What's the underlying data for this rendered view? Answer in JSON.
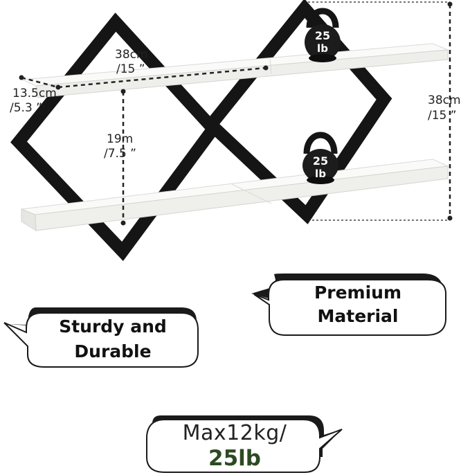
{
  "dimensions": {
    "width_label": "38cm",
    "width_inch": "/15 ”",
    "depth_label": "13.5cm",
    "depth_inch": "/5.3 ”",
    "gap_label": "19m",
    "gap_inch": "/7.5 ”",
    "height_label": "38cm",
    "height_inch": "/15 ”"
  },
  "kettlebells": [
    {
      "weight": "25",
      "unit": "lb"
    },
    {
      "weight": "25",
      "unit": "lb"
    }
  ],
  "callouts": {
    "premium": [
      "Premium",
      "Material"
    ],
    "sturdy": [
      "Sturdy and",
      "Durable"
    ],
    "max": [
      "Max12kg/",
      "25lb"
    ]
  },
  "colors": {
    "frame": "#151515",
    "shelf": "#f4f4f2",
    "accent_green": "#2c4a22"
  }
}
